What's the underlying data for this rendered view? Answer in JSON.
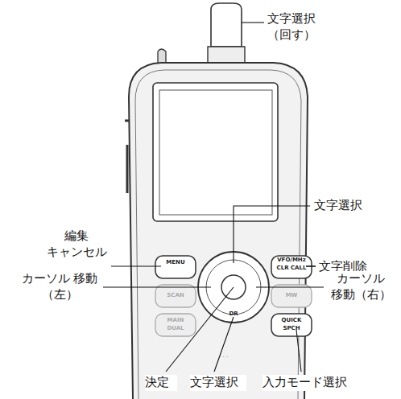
{
  "diagram": {
    "labels": [
      "文字選択 （回す）",
      "文字選択",
      "編集 キャンセル",
      "文字削除",
      "カーソル 移動（左）",
      "カーソル 移動（右）",
      "決定",
      "文字選択",
      "入力モード選択",
      "MENU",
      "VFO/MHz",
      "CLR CALL",
      "SCAN",
      "MW",
      "MAIN",
      "DUAL",
      "QUICK",
      "SPCH",
      "DR"
    ]
  }
}
